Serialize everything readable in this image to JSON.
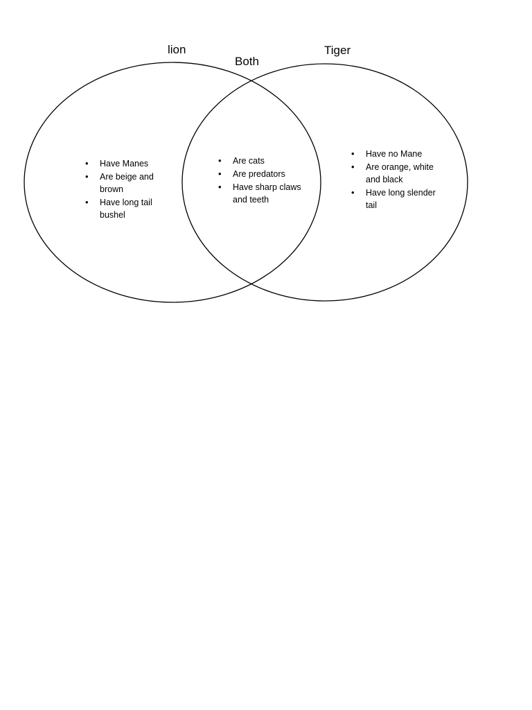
{
  "diagram": {
    "type": "venn",
    "left_set": {
      "title": "lion",
      "items": [
        "Have Manes",
        "Are beige and brown",
        "Have long tail bushel"
      ]
    },
    "overlap": {
      "title": "Both",
      "items": [
        "Are cats",
        "Are predators",
        "Have sharp claws and teeth"
      ]
    },
    "right_set": {
      "title": "Tiger",
      "items": [
        "Have no Mane",
        "Are orange, white and black",
        "Have long slender tail"
      ]
    },
    "bullet_glyph": "•",
    "colors": {
      "stroke": "#000000",
      "background": "#ffffff",
      "text": "#000000"
    }
  }
}
